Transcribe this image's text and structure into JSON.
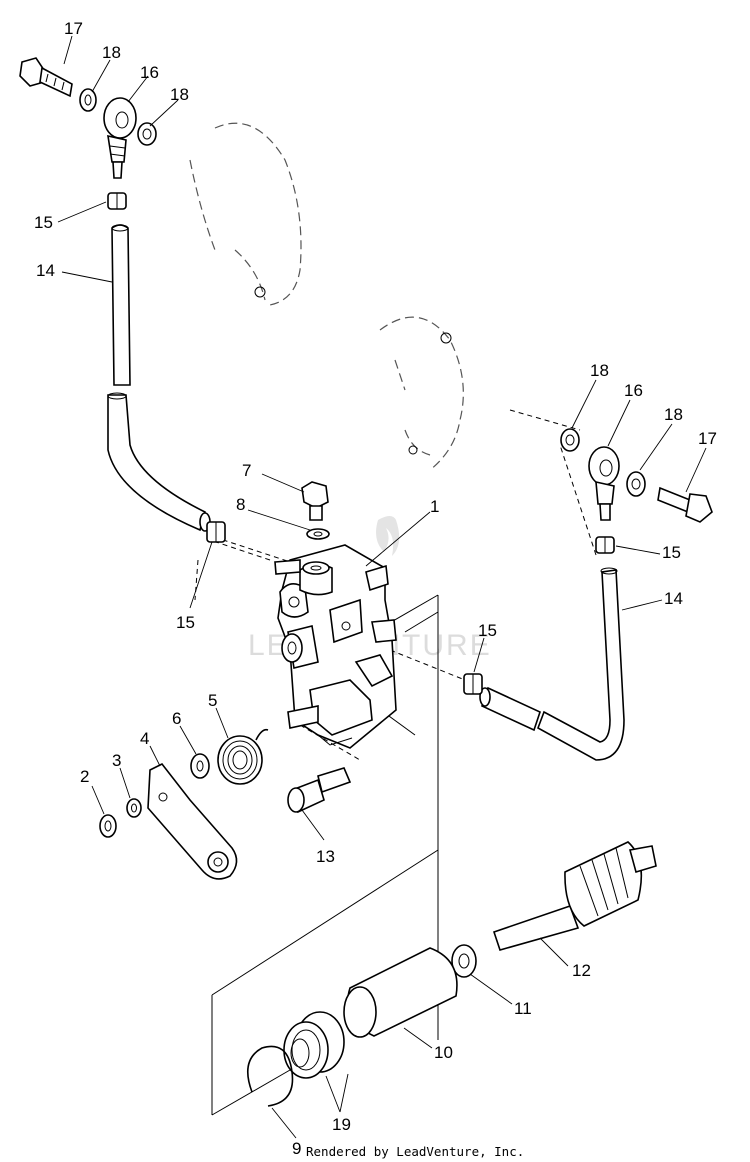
{
  "callouts": {
    "c1": "1",
    "c2": "2",
    "c3": "3",
    "c4": "4",
    "c5": "5",
    "c6": "6",
    "c7": "7",
    "c8": "8",
    "c9": "9",
    "c10": "10",
    "c11": "11",
    "c12": "12",
    "c13": "13",
    "c14_top": "14",
    "c14_right": "14",
    "c15_top": "15",
    "c15_mid": "15",
    "c15_right_a": "15",
    "c15_right_b": "15",
    "c16_top": "16",
    "c16_right": "16",
    "c17_top": "17",
    "c17_right": "17",
    "c18_top_a": "18",
    "c18_top_b": "18",
    "c18_right_a": "18",
    "c18_right_b": "18",
    "c19": "19"
  },
  "footer": {
    "credit": "Rendered by LeadVenture, Inc."
  },
  "watermark": {
    "text": "LEADVENTURE"
  }
}
